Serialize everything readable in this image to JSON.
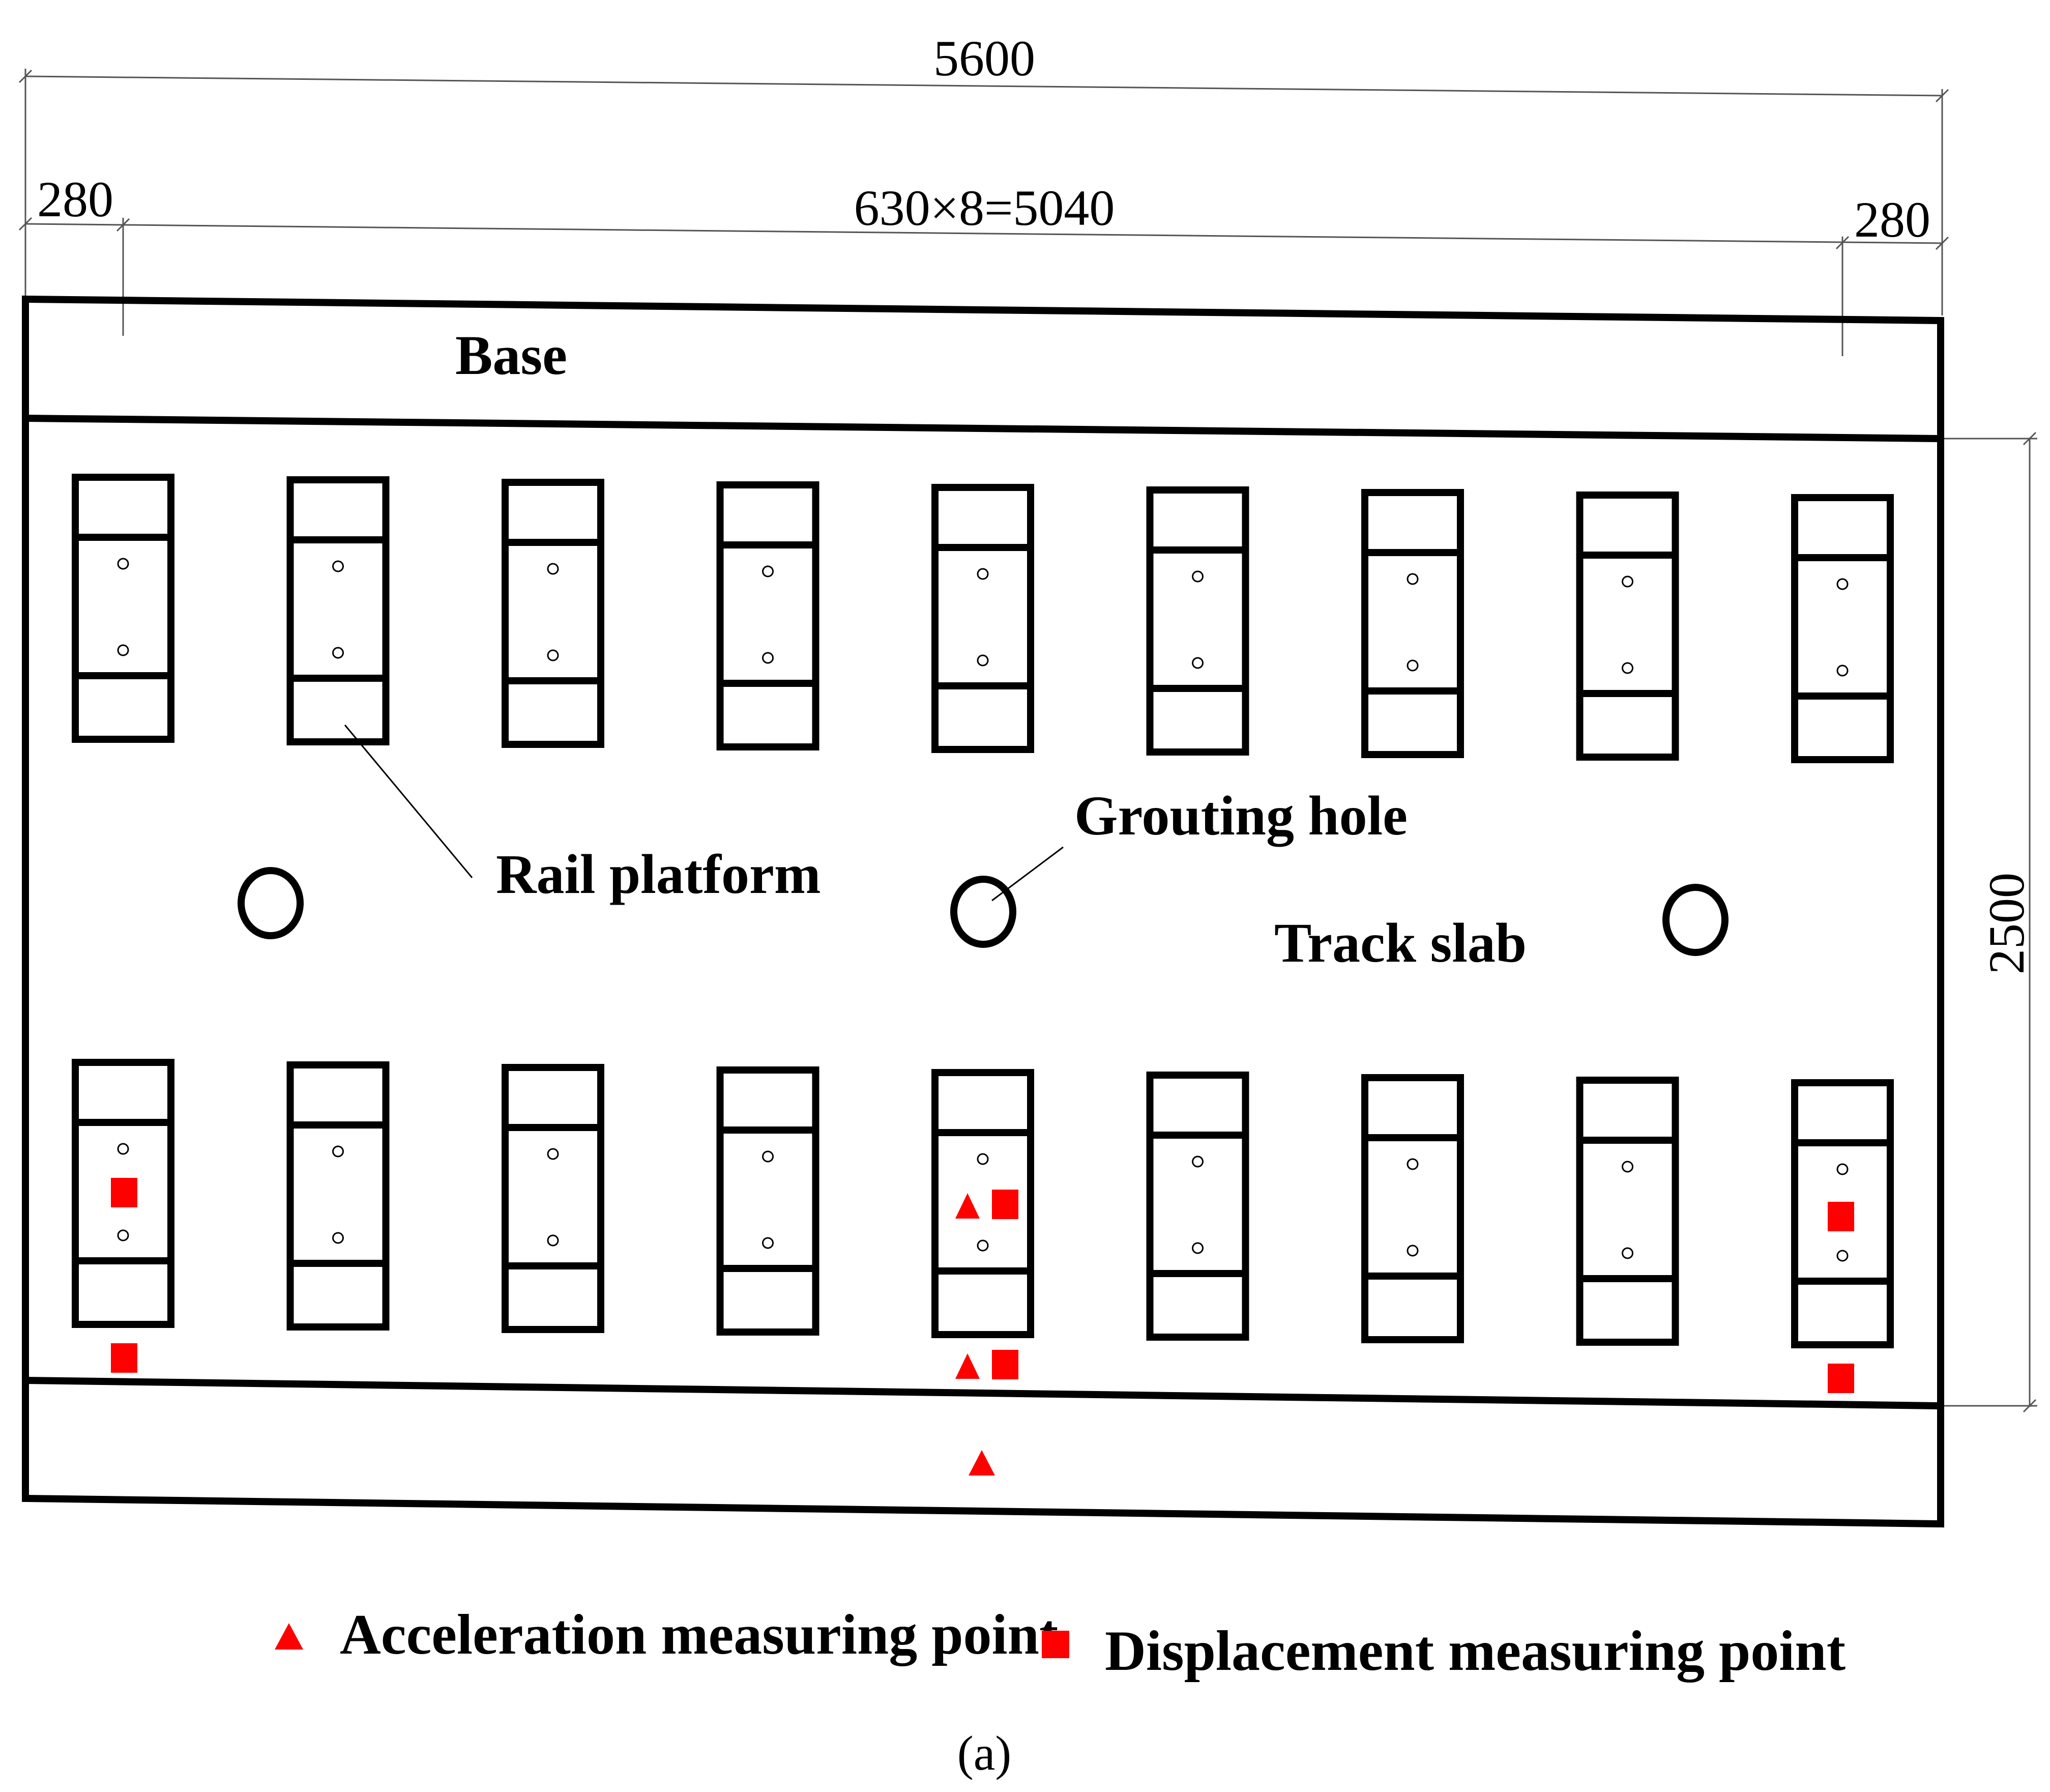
{
  "dimensions": {
    "total": "5600",
    "left_edge": "280",
    "middle": "630×8=5040",
    "right_edge": "280",
    "height": "2500"
  },
  "labels": {
    "base": "Base",
    "rail_platform": "Rail platform",
    "grouting_hole": "Grouting hole",
    "track_slab": "Track slab"
  },
  "legend": {
    "acceleration": "Acceleration measuring point",
    "displacement": "Displacement measuring point"
  },
  "caption": "(a)",
  "colors": {
    "line": "#000000",
    "marker": "#ff0000",
    "dimension_line": "#555555"
  },
  "counts": {
    "platforms_per_row": 9,
    "grouting_holes": 3
  }
}
